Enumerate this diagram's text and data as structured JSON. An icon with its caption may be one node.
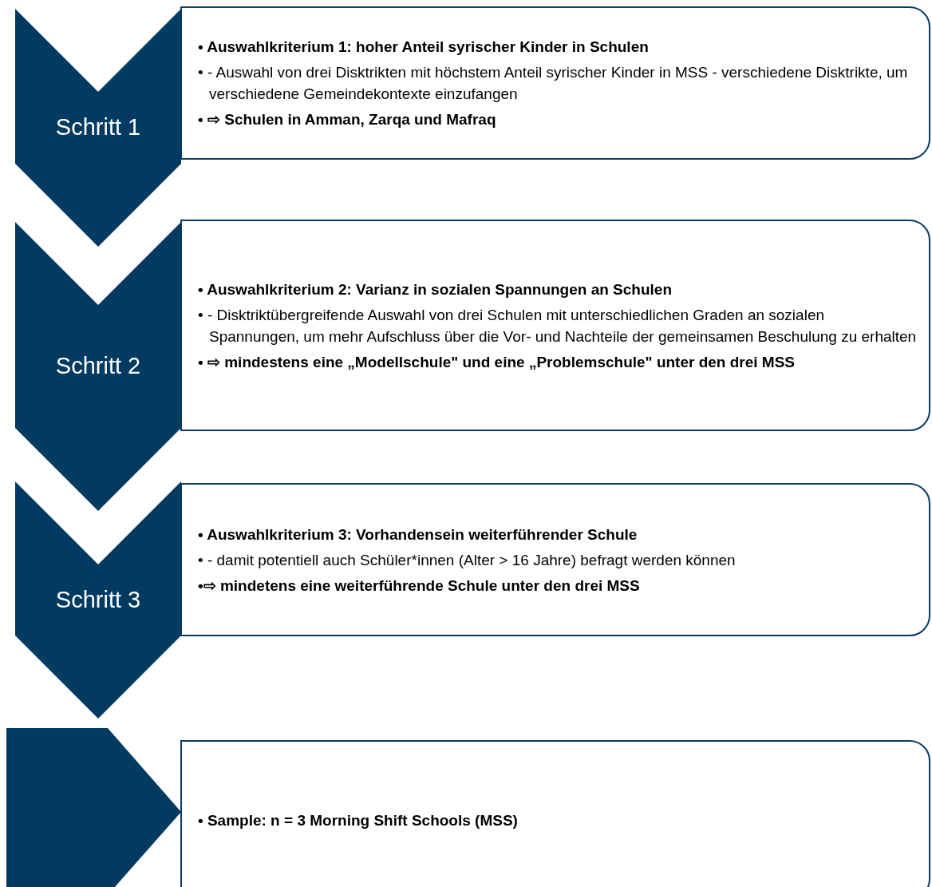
{
  "diagram": {
    "nodes": [
      {
        "text": [
          "Schritt 1"
        ]
      },
      {
        "text": [
          "• Auswahlkriterium 1: hoher Anteil syrischer Kinder in Schulen",
          "• - Auswahl von drei Disktrikten mit höchstem Anteil syrischer Kinder in MSS - verschiedene Disktrikte, um verschiedene Gemeindekontexte einzufangen",
          "• ⇨ Schulen in Amman, Zarqa und Mafraq"
        ]
      },
      {
        "text": [
          "Schritt 2"
        ]
      },
      {
        "text": [
          "• Auswahlkriterium 2: Varianz in sozialen Spannungen an Schulen",
          "• - Disktriktübergreifende Auswahl von drei Schulen mit unterschiedlichen Graden an sozialen Spannungen, um mehr Aufschluss über die Vor- und Nachteile der gemeinsamen Beschulung zu erhalten",
          "• ⇨ mindestens eine „Modellschule\" und eine „Problemschule\" unter den drei MSS"
        ]
      },
      {
        "text": [
          "Schritt 3"
        ]
      },
      {
        "text": [
          "• Auswahlkriterium 3: Vorhandensein weiterführender Schule",
          "• - damit potentiell auch Schüler*innen (Alter > 16 Jahre) befragt werden können",
          "•⇨ mindetens eine weiterführende Schule unter den drei MSS"
        ]
      },
      {
        "text": [],
        "shape": "pentagon"
      },
      {
        "text": [
          "• Sample: n = 3 Morning Shift Schools (MSS)"
        ]
      }
    ]
  }
}
